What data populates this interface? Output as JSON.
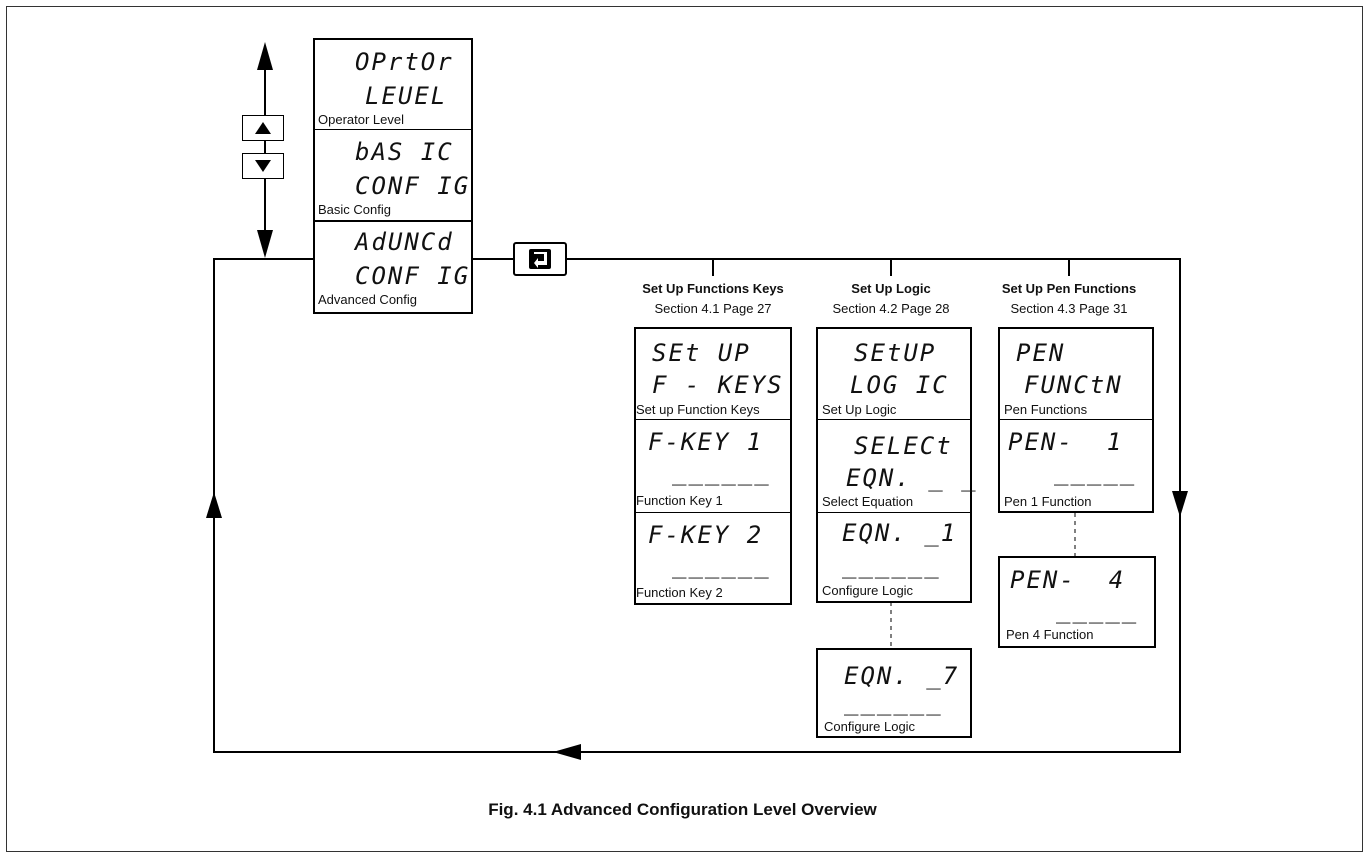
{
  "figure": {
    "caption": "Fig. 4.1 Advanced Configuration Level Overview"
  },
  "keys": {
    "up_icon": "up-triangle",
    "down_icon": "down-triangle",
    "enter_icon": "enter-arrow"
  },
  "levels": [
    {
      "display_line1": "OPrtOr",
      "display_line2": "LEUEL",
      "caption": "Operator Level"
    },
    {
      "display_line1": "bAS IC",
      "display_line2": "CONF IG",
      "caption": "Basic Config"
    },
    {
      "display_line1": "AdUNCd",
      "display_line2": "CONF IG",
      "caption": "Advanced Config"
    }
  ],
  "columns": [
    {
      "title": "Set Up Functions Keys",
      "subtitle": "Section 4.1 Page 27",
      "frames": [
        {
          "display_line1": "SEt UP",
          "display_line2": "F - KEYS",
          "caption": "Set up Function Keys"
        },
        {
          "display_line1": "F-KEY 1",
          "display_line2": "______",
          "caption": "Function Key 1"
        },
        {
          "display_line1": "F-KEY 2",
          "display_line2": "______",
          "caption": "Function Key 2"
        }
      ]
    },
    {
      "title": "Set Up Logic",
      "subtitle": "Section 4.2 Page 28",
      "frames": [
        {
          "display_line1": "SEtUP",
          "display_line2": "LOG IC",
          "caption": "Set Up Logic"
        },
        {
          "display_line1": "SELECt",
          "display_line2": "EQN. _ _",
          "caption": "Select Equation"
        },
        {
          "display_line1": "EQN. _1",
          "display_line2": "______",
          "caption": "Configure Logic"
        }
      ],
      "extra_frame": {
        "display_line1": "EQN. _7",
        "display_line2": "______",
        "caption": "Configure Logic"
      }
    },
    {
      "title": "Set Up Pen Functions",
      "subtitle": "Section 4.3 Page 31",
      "frames": [
        {
          "display_line1": "PEN",
          "display_line2": "FUNCtN",
          "caption": "Pen Functions"
        },
        {
          "display_line1": "PEN-  1",
          "display_line2": "_____",
          "caption": "Pen 1 Function"
        }
      ],
      "extra_frame": {
        "display_line1": "PEN-  4",
        "display_line2": "_____",
        "caption": "Pen 4 Function"
      }
    }
  ]
}
